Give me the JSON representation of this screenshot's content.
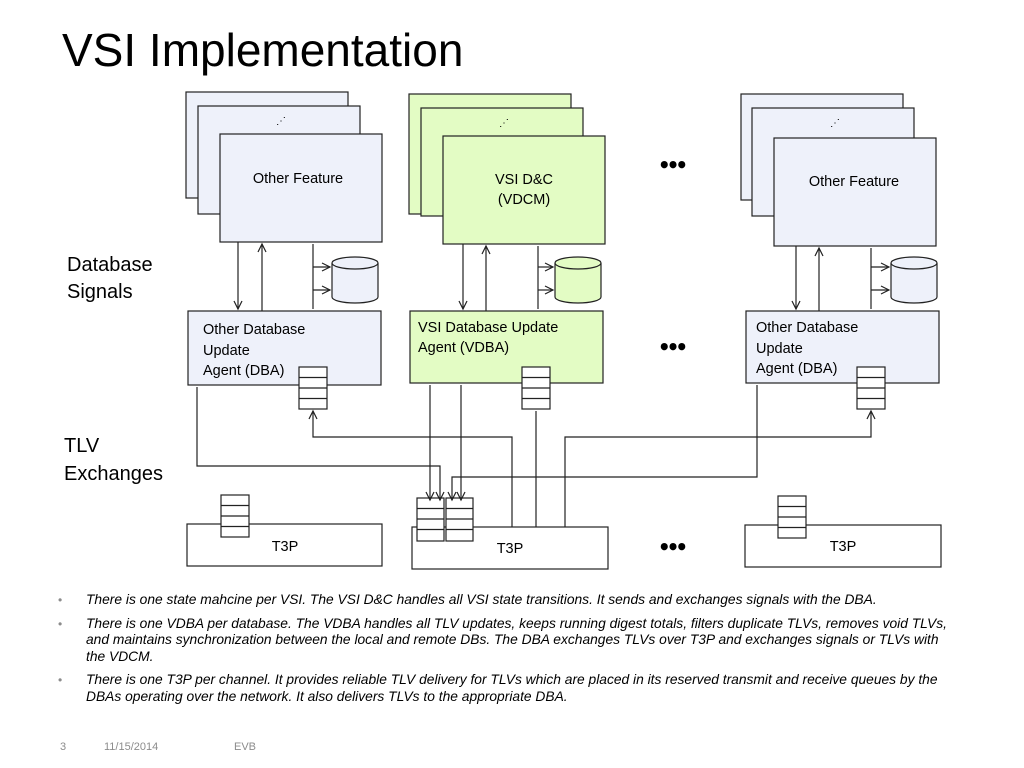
{
  "slide": {
    "title": "VSI Implementation",
    "footer": {
      "page": "3",
      "date": "11/15/2014",
      "author": "EVB"
    }
  },
  "diagram": {
    "side_labels": {
      "database_signals": [
        "Database",
        "Signals"
      ],
      "tlv_exchanges": [
        "TLV",
        "Exchanges"
      ]
    },
    "features": [
      {
        "lines": [
          "Other Feature"
        ],
        "stack_marker": "⋰"
      },
      {
        "lines": [
          "VSI D&C",
          "(VDCM)"
        ],
        "stack_marker": "⋰"
      },
      {
        "lines": [
          "Other Feature"
        ],
        "stack_marker": "⋰"
      }
    ],
    "agents": [
      {
        "lines": [
          "Other Database",
          "Update",
          "Agent (DBA)"
        ]
      },
      {
        "lines": [
          "VSI Database Update",
          "Agent (VDBA)"
        ]
      },
      {
        "lines": [
          "Other Database",
          "Update",
          "Agent (DBA)"
        ]
      }
    ],
    "transports": [
      {
        "label": "T3P"
      },
      {
        "label": "T3P"
      },
      {
        "label": "T3P"
      }
    ],
    "ellipsis": "•••",
    "colors": {
      "other_fill": "#eef1fa",
      "vsi_fill": "#e3fcc4",
      "stroke": "#222222"
    }
  },
  "bullets": [
    "There is one state mahcine per VSI. The VSI D&C handles all VSI state transitions. It sends and exchanges signals with the DBA.",
    "There is one VDBA per database. The VDBA handles all TLV updates, keeps running digest totals, filters duplicate TLVs, removes void TLVs, and maintains synchronization between the local and remote DBs. The DBA exchanges TLVs over T3P and exchanges signals or TLVs with the VDCM.",
    "There is one T3P per channel. It provides reliable TLV delivery for TLVs which are placed in its reserved transmit and receive queues by the DBAs operating over the network. It also delivers TLVs to the appropriate DBA."
  ],
  "bullet_marker": "•"
}
